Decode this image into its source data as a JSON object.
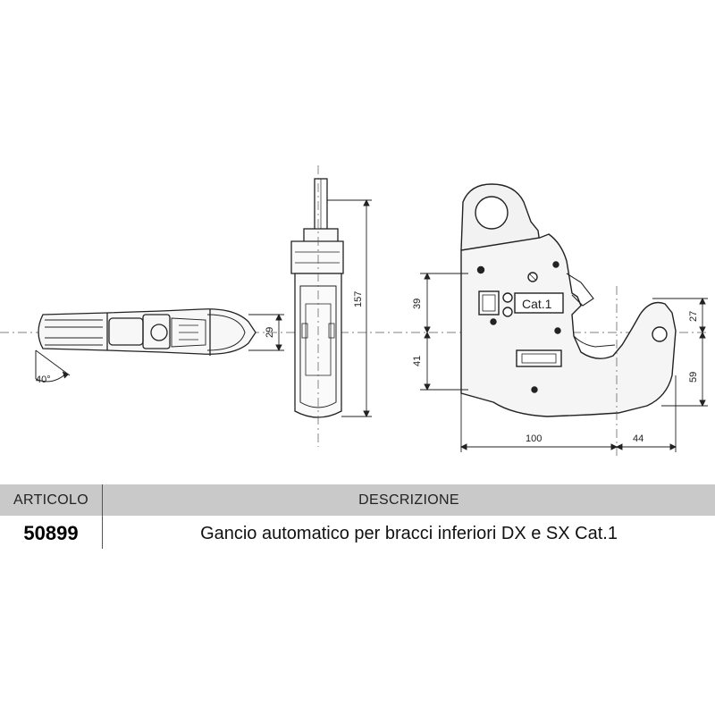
{
  "drawing": {
    "dimensions": {
      "angle": "40°",
      "d29": "29",
      "d157": "157",
      "d39": "39",
      "d41": "41",
      "d27": "27",
      "d59": "59",
      "d100": "100",
      "d44": "44"
    },
    "plate_label": "Cat.1"
  },
  "table": {
    "header_articolo": "ARTICOLO",
    "header_descrizione": "DESCRIZIONE",
    "row": {
      "articolo": "50899",
      "descrizione": "Gancio automatico per bracci inferiori DX e SX Cat.1"
    }
  }
}
